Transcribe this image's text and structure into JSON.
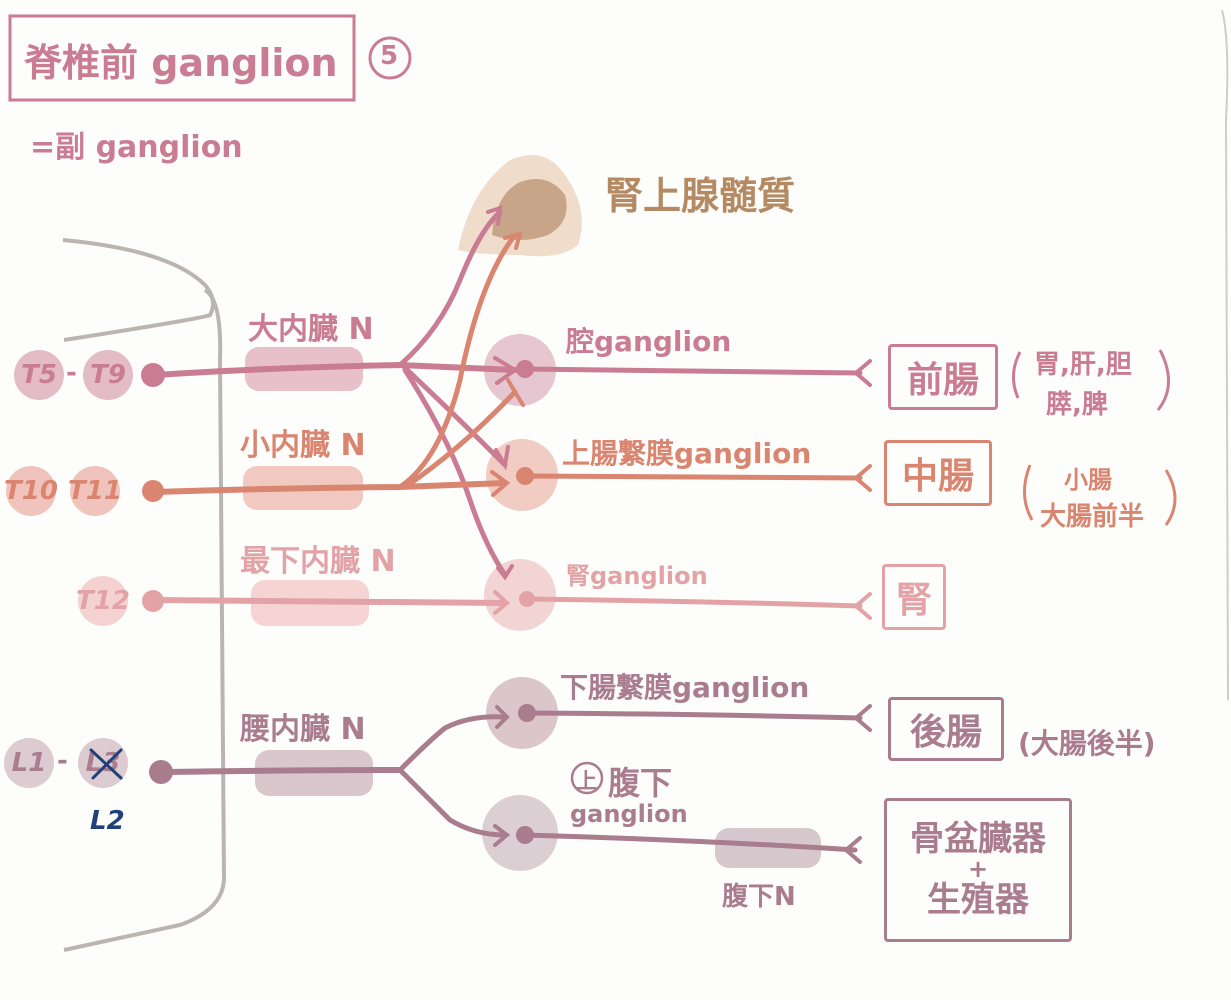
{
  "title": {
    "text": "脊椎前 ganglion",
    "number": "5",
    "subtitle": "=副 ganglion"
  },
  "adrenal": {
    "label": "腎上腺髄質"
  },
  "segments": {
    "t5": "T5",
    "dash1": "-",
    "t9": "T9",
    "t10": "T10",
    "t11": "T11",
    "t12": "T12",
    "l1": "L1",
    "dash2": "-",
    "l3": "L3",
    "l2_correction": "L2"
  },
  "nerves": {
    "greater": "大内臓 N",
    "lesser": "小内臓 N",
    "least": "最下内臓 N",
    "lumbar": "腰内臓 N",
    "hypogastric": "腹下N"
  },
  "ganglia": {
    "celiac": "腔ganglion",
    "sup_mesenteric": "上腸繋膜ganglion",
    "renal": "腎ganglion",
    "inf_mesenteric": "下腸繋膜ganglion",
    "sup_hypogastric_mark": "上",
    "sup_hypogastric_1": "腹下",
    "sup_hypogastric_2": "ganglion"
  },
  "targets": {
    "foregut": "前腸",
    "foregut_note_1": "胃,肝,胆",
    "foregut_note_2": "膵,脾",
    "midgut": "中腸",
    "midgut_note_1": "小腸",
    "midgut_note_2": "大腸前半",
    "kidney": "腎",
    "hindgut": "後腸",
    "hindgut_note": "(大腸後半)",
    "pelvic_1": "骨盆臓器",
    "pelvic_plus": "+",
    "pelvic_2": "生殖器"
  },
  "colors": {
    "pink": "#c97c92",
    "salmon": "#d98570",
    "lightpink": "#e3a3a6",
    "mauve": "#a97c8e",
    "brown": "#b58a62",
    "gray": "#bbb5b2",
    "navy": "#21407a"
  }
}
